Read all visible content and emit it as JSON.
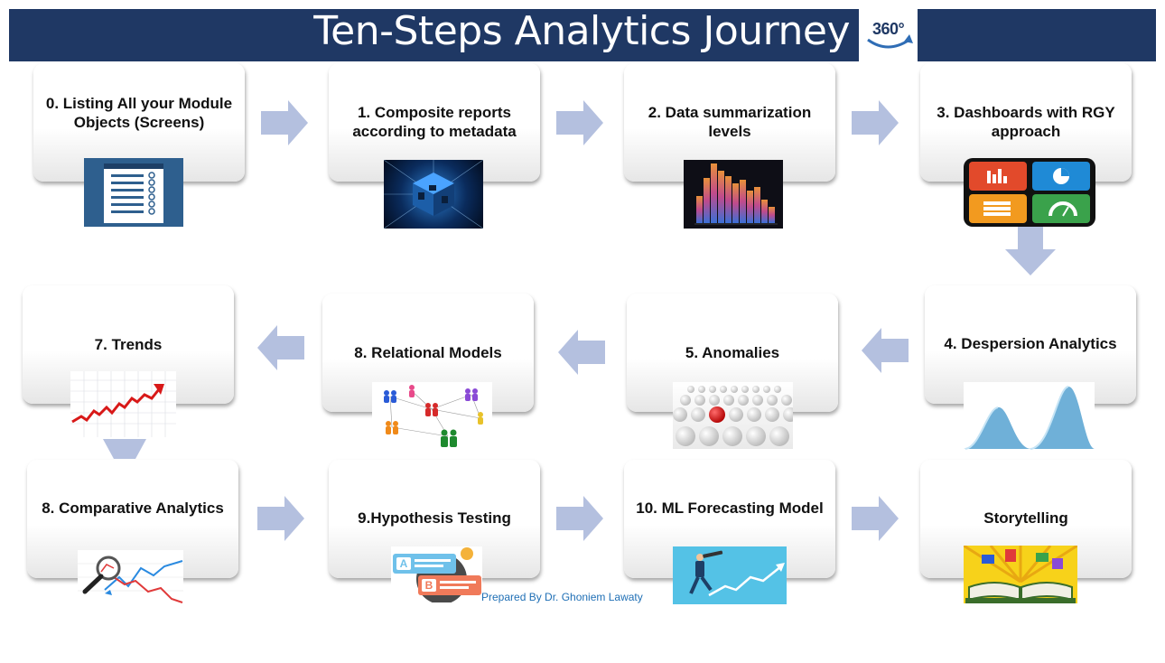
{
  "header": {
    "title": "Ten-Steps Analytics Journey",
    "logo_text": "360°"
  },
  "steps": [
    {
      "label": "0. Listing All your Module Objects (Screens)",
      "icon": "list-document-icon"
    },
    {
      "label": "1. Composite reports according to metadata",
      "icon": "data-cube-icon"
    },
    {
      "label": "2. Data summarization levels",
      "icon": "stacked-histogram-icon"
    },
    {
      "label": "3. Dashboards with RGY approach",
      "icon": "dashboard-puzzle-icon"
    },
    {
      "label": "4. Despersion Analytics",
      "icon": "distribution-curves-icon"
    },
    {
      "label": "5. Anomalies",
      "icon": "red-ball-anomaly-icon"
    },
    {
      "label": "8. Relational Models",
      "icon": "people-network-icon"
    },
    {
      "label": "7. Trends",
      "icon": "trend-line-icon"
    },
    {
      "label": "8. Comparative Analytics",
      "icon": "magnifier-chart-icon"
    },
    {
      "label": "9.Hypothesis Testing",
      "icon": "ab-test-icon"
    },
    {
      "label": "10. ML Forecasting Model",
      "icon": "forecast-telescope-icon"
    },
    {
      "label": "Storytelling",
      "icon": "open-book-icon"
    }
  ],
  "footer": {
    "credit": "Prepared By Dr. Ghoniem Lawaty"
  },
  "colors": {
    "banner": "#1f3864",
    "arrow": "#b4c0df",
    "credit": "#1f6fb5"
  }
}
